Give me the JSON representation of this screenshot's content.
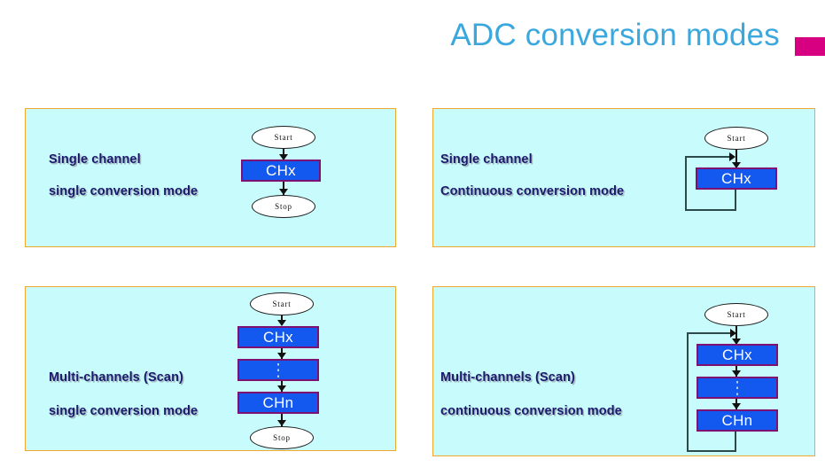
{
  "slide": {
    "title": "ADC conversion modes",
    "accent_color": "#d60080",
    "title_color": "#3aa8dd",
    "panel_bg": "#c8fbfb",
    "panel_border": "#f0a830",
    "caption_color": "#1b1b6e",
    "node_fill": "#1358ef",
    "node_border": "#7d1070",
    "node_text_color": "#ffffff"
  },
  "panels": [
    {
      "id": "single-channel-single-conversion",
      "caption_line1": "Single channel",
      "caption_line2": "single conversion mode",
      "flow": {
        "start_label": "Start",
        "stop_label": "Stop",
        "boxes": [
          "CHx"
        ],
        "has_stop": true,
        "has_loop": false
      }
    },
    {
      "id": "single-channel-continuous-conversion",
      "caption_line1": "Single channel",
      "caption_line2": "Continuous conversion mode",
      "flow": {
        "start_label": "Start",
        "stop_label": "",
        "boxes": [
          "CHx"
        ],
        "has_stop": false,
        "has_loop": true
      }
    },
    {
      "id": "multi-channels-scan-single-conversion",
      "caption_line1": "Multi-channels (Scan)",
      "caption_line2": "single conversion mode",
      "flow": {
        "start_label": "Start",
        "stop_label": "Stop",
        "boxes": [
          "CHx",
          "⋮",
          "CHn"
        ],
        "has_stop": true,
        "has_loop": false
      }
    },
    {
      "id": "multi-channels-scan-continuous-conversion",
      "caption_line1": "Multi-channels (Scan)",
      "caption_line2": "continuous conversion mode",
      "flow": {
        "start_label": "Start",
        "stop_label": "",
        "boxes": [
          "CHx",
          "⋮",
          "CHn"
        ],
        "has_stop": false,
        "has_loop": true
      }
    }
  ]
}
